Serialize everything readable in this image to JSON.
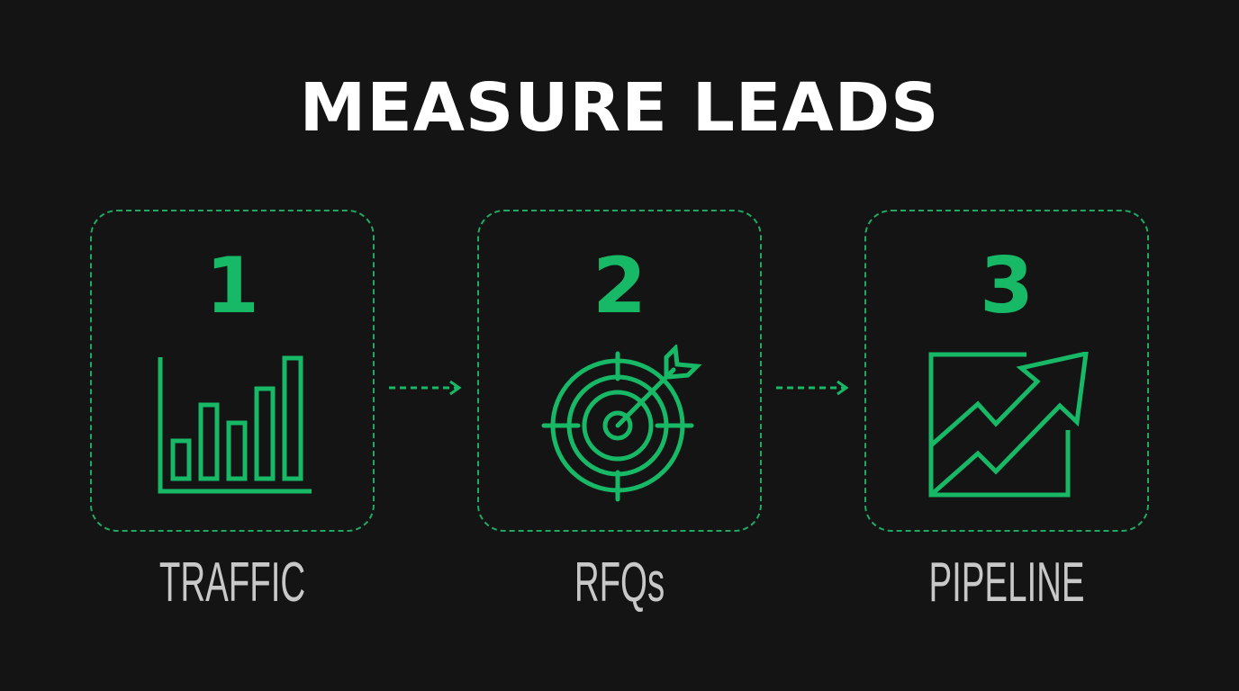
{
  "title": "MEASURE LEADS",
  "colors": {
    "background": "#141414",
    "accent": "#17b866",
    "title": "#ffffff",
    "label": "#c8c8c8"
  },
  "steps": [
    {
      "number": "1",
      "icon": "bar-chart-icon",
      "label": "TRAFFIC"
    },
    {
      "number": "2",
      "icon": "target-arrow-icon",
      "label": "RFQs"
    },
    {
      "number": "3",
      "icon": "growth-arrow-icon",
      "label": "PIPELINE"
    }
  ],
  "connectors": [
    {
      "from": "1",
      "to": "2",
      "icon": "dashed-arrow-right-icon"
    },
    {
      "from": "2",
      "to": "3",
      "icon": "dashed-arrow-right-icon"
    }
  ]
}
